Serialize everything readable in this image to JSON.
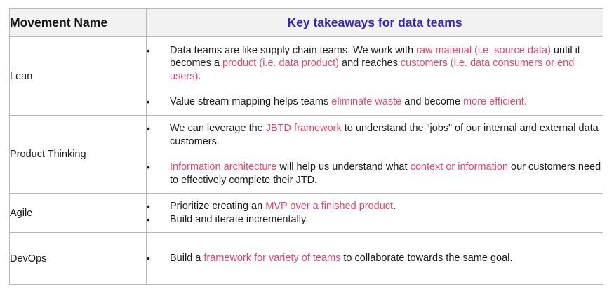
{
  "header": {
    "movement_name": "Movement Name",
    "key_takeaways": "Key takeaways for data teams"
  },
  "rows": [
    {
      "name": "Lean",
      "bullets": [
        [
          {
            "t": "Data teams are like supply chain teams. We work with ",
            "h": false
          },
          {
            "t": "raw material (i.e. source data)",
            "h": true
          },
          {
            "t": " until it becomes a ",
            "h": false
          },
          {
            "t": "product (i.e. data product)",
            "h": true
          },
          {
            "t": " and reaches ",
            "h": false
          },
          {
            "t": "customers (i.e. data consumers or end users)",
            "h": true
          },
          {
            "t": ".",
            "h": false
          }
        ],
        [
          {
            "t": "Value stream mapping helps teams ",
            "h": false
          },
          {
            "t": "eliminate waste",
            "h": true
          },
          {
            "t": " and become ",
            "h": false
          },
          {
            "t": "more efficient.",
            "h": true
          }
        ]
      ]
    },
    {
      "name": "Product Thinking",
      "bullets": [
        [
          {
            "t": "We can leverage the ",
            "h": false
          },
          {
            "t": "JBTD framework",
            "h": true
          },
          {
            "t": " to understand the “jobs” of our internal and external data customers.",
            "h": false
          }
        ],
        [
          {
            "t": "Information architecture",
            "h": true
          },
          {
            "t": " will help us understand what ",
            "h": false
          },
          {
            "t": "context or information",
            "h": true
          },
          {
            "t": " our customers need to effectively complete their JTD.",
            "h": false
          }
        ]
      ]
    },
    {
      "name": "Agile",
      "bullets": [
        [
          {
            "t": "Prioritize creating an ",
            "h": false
          },
          {
            "t": "MVP over a finished product",
            "h": true
          },
          {
            "t": ".",
            "h": false
          }
        ],
        [
          {
            "t": "Build and iterate incrementally.",
            "h": false
          }
        ]
      ]
    },
    {
      "name": "DevOps",
      "bullets": [
        [
          {
            "t": "Build a ",
            "h": false
          },
          {
            "t": "framework for variety of teams",
            "h": true
          },
          {
            "t": " to collaborate towards the same goal.",
            "h": false
          }
        ]
      ]
    }
  ],
  "colors": {
    "header_text": "#3b22c7",
    "highlight": "#e8456e",
    "header_bg": "#f2f2f2",
    "border": "#b9b9b9"
  }
}
